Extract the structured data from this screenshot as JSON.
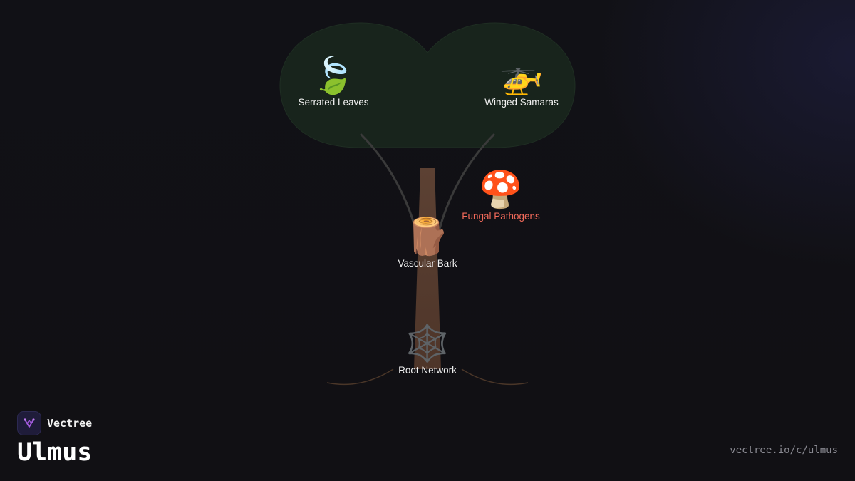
{
  "nodes": {
    "leaves": {
      "label": "Serrated Leaves",
      "emoji": "🍃"
    },
    "samaras": {
      "label": "Winged Samaras",
      "emoji": "🚁"
    },
    "fungal": {
      "label": "Fungal Pathogens",
      "emoji": "🍄"
    },
    "bark": {
      "label": "Vascular Bark",
      "emoji": "🪵"
    },
    "roots": {
      "label": "Root Network",
      "emoji": "🕸️"
    }
  },
  "brand": {
    "name": "Vectree",
    "title": "Ulmus",
    "url": "vectree.io/c/ulmus"
  },
  "colors": {
    "canopy": "#18241c",
    "trunk": "#5a3e30",
    "branch": "#3a3a3a",
    "root": "#4a3628",
    "warning_label": "#f26a5a",
    "logo_accent": "#a45be0"
  }
}
